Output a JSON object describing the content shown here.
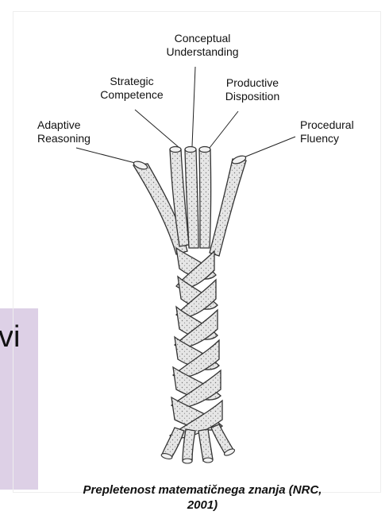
{
  "side_text": "vi",
  "diagram": {
    "labels": {
      "conceptual": [
        "Conceptual",
        "Understanding"
      ],
      "strategic": [
        "Strategic",
        "Competence"
      ],
      "productive": [
        "Productive",
        "Disposition"
      ],
      "adaptive": [
        "Adaptive",
        "Reasoning"
      ],
      "procedural": [
        "Procedural",
        "Fluency"
      ]
    }
  },
  "caption": [
    "Prepletenost matematičnega znanja (NRC,",
    "2001)"
  ],
  "colors": {
    "panel": "#ddd0e6",
    "strand_fill": "#e4e4e4",
    "ink": "#111111"
  }
}
